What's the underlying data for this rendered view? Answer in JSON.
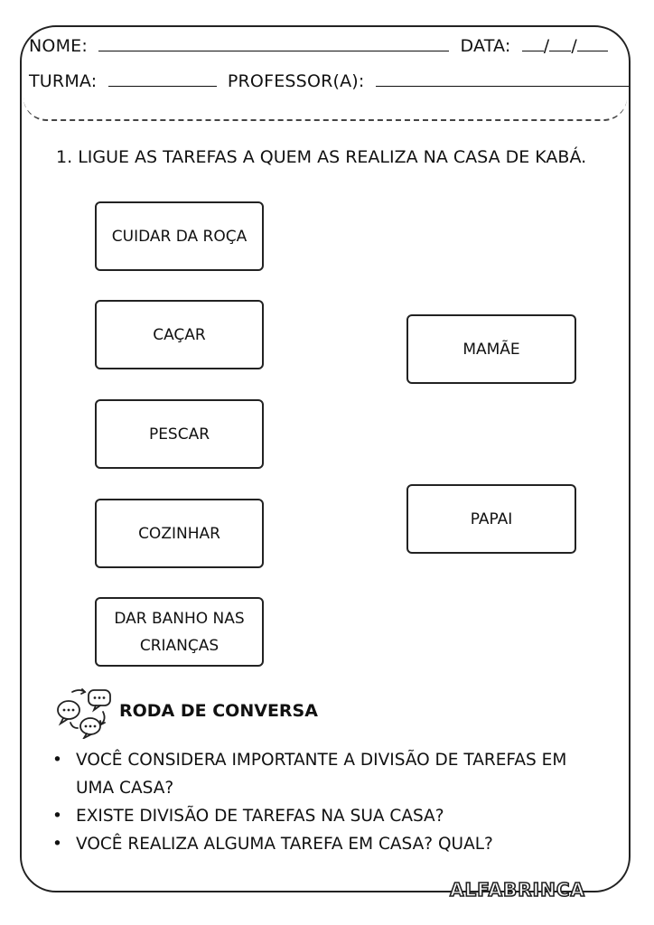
{
  "header": {
    "nome_label": "NOME:",
    "data_label": "DATA:",
    "data_sep1": "/",
    "data_sep2": "/",
    "turma_label": "TURMA:",
    "professor_label": "PROFESSOR(A):"
  },
  "question": {
    "number": "1.",
    "text": "LIGUE AS TAREFAS A QUEM AS REALIZA NA CASA DE KABÁ."
  },
  "tasks": [
    {
      "label": "CUIDAR DA ROÇA"
    },
    {
      "label": "CAÇAR"
    },
    {
      "label": "PESCAR"
    },
    {
      "label": "COZINHAR"
    },
    {
      "label_line1": "DAR BANHO NAS",
      "label_line2": "CRIANÇAS"
    }
  ],
  "people": [
    {
      "label": "MAMÃE"
    },
    {
      "label": "PAPAI"
    }
  ],
  "conversa": {
    "icon": "speech-bubbles-icon",
    "title": "RODA DE CONVERSA",
    "bullet_glyph": "•",
    "items": [
      {
        "line1": "VOCÊ CONSIDERA IMPORTANTE A DIVISÃO DE TAREFAS EM",
        "line2": "UMA CASA?"
      },
      {
        "line1": "EXISTE DIVISÃO DE TAREFAS NA SUA CASA?"
      },
      {
        "line1": "VOCÊ REALIZA ALGUMA TAREFA EM CASA? QUAL?"
      }
    ]
  },
  "brand": {
    "name": "ALFABRINCA"
  }
}
